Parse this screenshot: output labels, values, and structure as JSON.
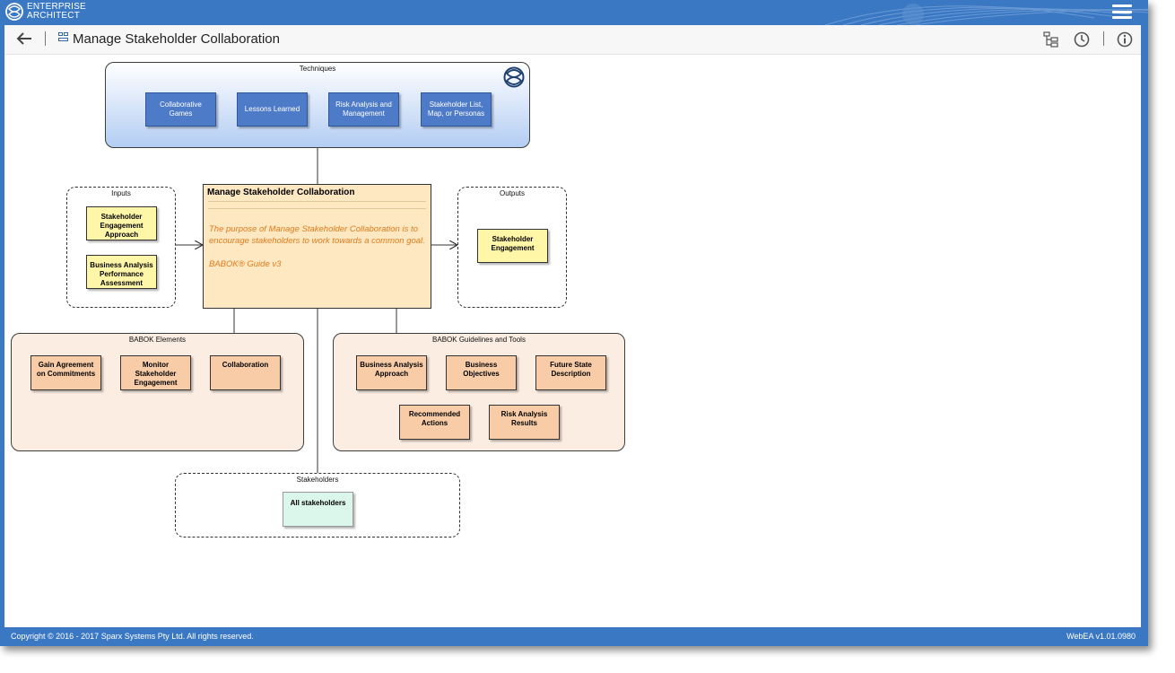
{
  "app": {
    "brand_line1": "ENTERPRISE",
    "brand_line2": "ARCHITECT",
    "accent_color": "#3a78c3"
  },
  "toolbar": {
    "back_icon": "arrow-left-icon",
    "diagram_icon": "diagram-icon",
    "title": "Manage Stakeholder Collaboration",
    "tree_icon": "tree-view-icon",
    "history_icon": "clock-icon",
    "info_icon": "info-icon"
  },
  "diagram": {
    "techniques": {
      "title": "Techniques",
      "items": [
        "Collaborative Games",
        "Lessons Learned",
        "Risk Analysis and Management",
        "Stakeholder List, Map, or Personas"
      ]
    },
    "inputs": {
      "title": "Inputs",
      "items": [
        "Stakeholder Engagement Approach",
        "Business Analysis Performance Assessment"
      ]
    },
    "main": {
      "title": "Manage Stakeholder Collaboration",
      "description": "The purpose of Manage Stakeholder Collaboration is to encourage stakeholders to work towards a common goal.",
      "reference": "BABOK® Guide v3"
    },
    "outputs": {
      "title": "Outputs",
      "items": [
        "Stakeholder Engagement"
      ]
    },
    "elements": {
      "title": "BABOK Elements",
      "items": [
        "Gain Agreement on Commitments",
        "Monitor Stakeholder Engagement",
        "Collaboration"
      ]
    },
    "guidelines": {
      "title": "BABOK Guidelines and Tools",
      "items": [
        "Business Analysis Approach",
        "Business Objectives",
        "Future State Description",
        "Recommended Actions",
        "Risk Analysis Results"
      ]
    },
    "stakeholders": {
      "title": "Stakeholders",
      "items": [
        "All stakeholders"
      ]
    }
  },
  "footer": {
    "copyright": "Copyright © 2016 - 2017 Sparx Systems Pty Ltd. All rights reserved.",
    "version": "WebEA v1.01.0980"
  }
}
